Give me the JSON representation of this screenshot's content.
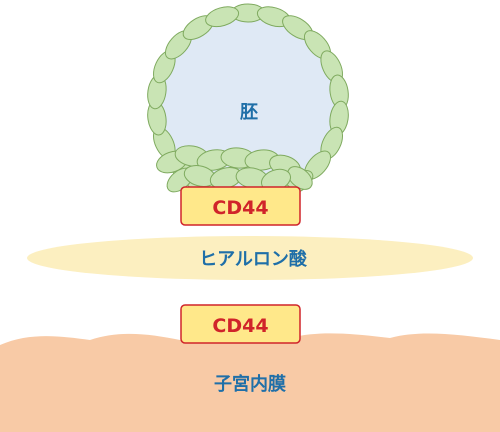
{
  "labels": {
    "embryo": "胚",
    "cd44_top": "CD44",
    "hyaluronic_acid": "ヒアルロン酸",
    "cd44_bottom": "CD44",
    "endometrium": "子宮内膜"
  },
  "colors": {
    "embryo_fill": "#dfe9f5",
    "embryo_outline": "#8ea5c0",
    "cell_fill": "#c9e4b4",
    "cell_stroke": "#7faa5f",
    "cd44_fill": "#ffe88a",
    "cd44_stroke": "#d0242a",
    "cd44_text": "#d0242a",
    "ha_fill": "#fcefc0",
    "endometrium_fill": "#f8caa6",
    "label_blue": "#1f6fa8"
  }
}
